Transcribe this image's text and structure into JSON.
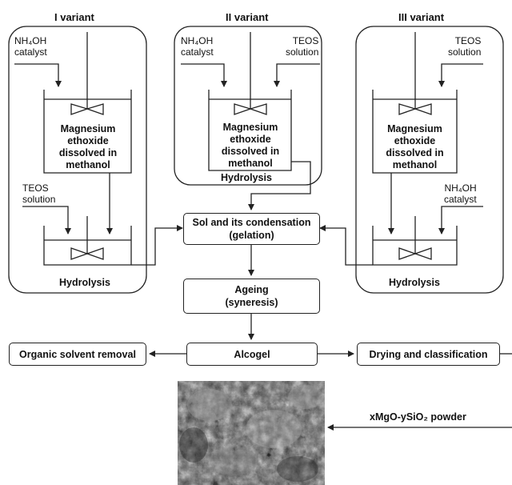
{
  "variants": {
    "v1": {
      "title": "I variant",
      "catalyst_label": "NH₄OH\ncatalyst",
      "vessel_text": "Magnesium\nethoxide\ndissolved in\nmethanol",
      "teos_label": "TEOS\nsolution",
      "hydrolysis_label": "Hydrolysis"
    },
    "v2": {
      "title": "II variant",
      "catalyst_label": "NH₄OH\ncatalyst",
      "teos_label": "TEOS\nsolution",
      "vessel_text": "Magnesium\nethoxide\ndissolved in\nmethanol",
      "hydrolysis_label": "Hydrolysis"
    },
    "v3": {
      "title": "III variant",
      "teos_label": "TEOS\nsolution",
      "vessel_text": "Magnesium\nethoxide\ndissolved in\nmethanol",
      "catalyst_label": "NH₄OH\ncatalyst",
      "hydrolysis_label": "Hydrolysis"
    }
  },
  "process": {
    "sol": "Sol and its condensation\n(gelation)",
    "ageing": "Ageing\n(syneresis)",
    "alcogel": "Alcogel",
    "solvent_removal": "Organic solvent removal",
    "drying": "Drying and classification",
    "powder": "xMgO-ySiO₂ powder"
  },
  "colors": {
    "line": "#222222",
    "background": "#ffffff",
    "photo": "#4a4a4a"
  }
}
